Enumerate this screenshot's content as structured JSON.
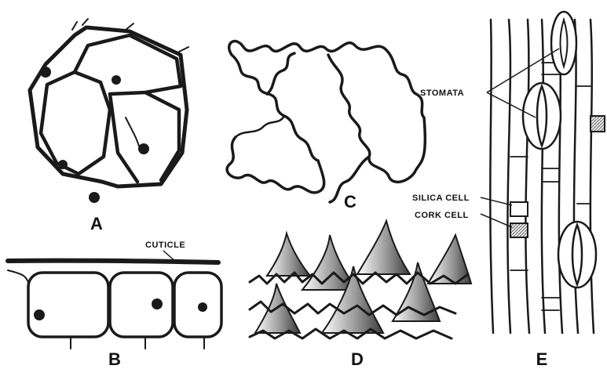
{
  "figure": {
    "panels": {
      "a": {
        "label": "A"
      },
      "b": {
        "label": "B",
        "annotation": "CUTICLE"
      },
      "c": {
        "label": "C"
      },
      "d": {
        "label": "D"
      },
      "e": {
        "label": "E",
        "annotations": {
          "stomata": "STOMATA",
          "silica_cell": "SILICA CELL",
          "cork_cell": "CORK CELL"
        }
      }
    }
  }
}
